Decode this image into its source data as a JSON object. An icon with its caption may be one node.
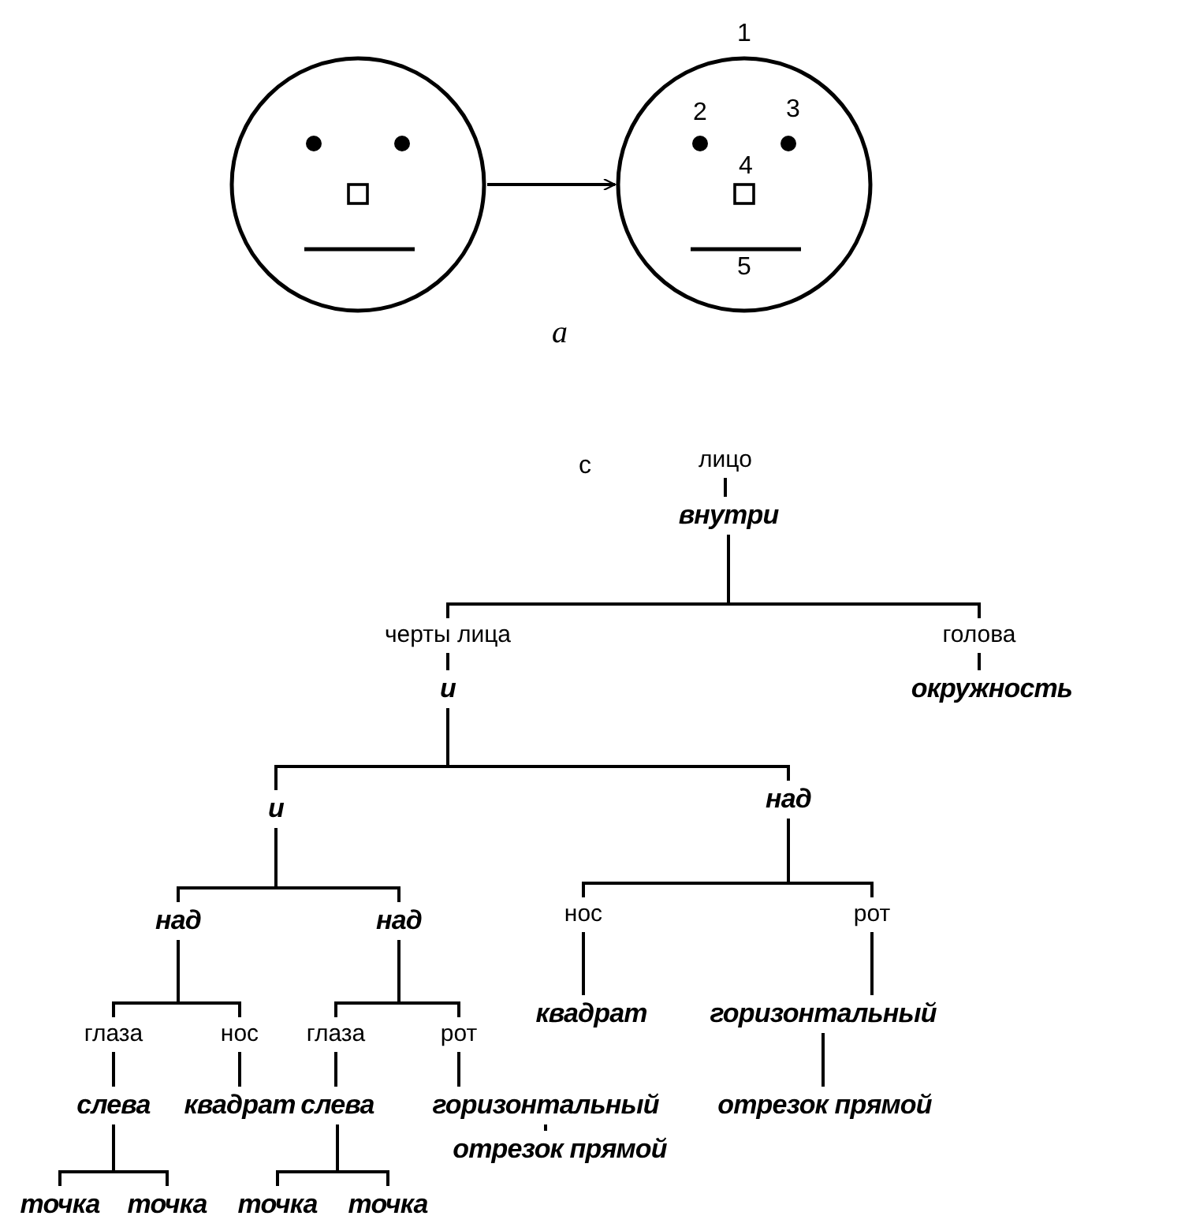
{
  "diagram": {
    "nodes": [
      {
        "text": [],
        "shape": "picture"
      },
      {
        "text": [],
        "shape": "picture"
      },
      {
        "text": [
          "лицо"
        ]
      },
      {
        "text": [
          "внутри"
        ]
      },
      {
        "text": [
          "черты лица"
        ]
      },
      {
        "text": [
          "голова"
        ]
      },
      {
        "text": [
          "и"
        ]
      },
      {
        "text": [
          "окружность"
        ]
      },
      {
        "text": [
          "и"
        ]
      },
      {
        "text": [
          "над"
        ]
      },
      {
        "text": [
          "над"
        ]
      },
      {
        "text": [
          "над"
        ]
      },
      {
        "text": [
          "нос"
        ]
      },
      {
        "text": [
          "рот"
        ]
      },
      {
        "text": [
          "глаза"
        ]
      },
      {
        "text": [
          "нос"
        ]
      },
      {
        "text": [
          "глаза"
        ]
      },
      {
        "text": [
          "рот"
        ]
      },
      {
        "text": [
          "слева"
        ]
      },
      {
        "text": [
          "квадрат"
        ]
      },
      {
        "text": [
          "слева"
        ]
      },
      {
        "text": [
          "горизонтальный"
        ]
      },
      {
        "text": [
          "квадрат"
        ]
      },
      {
        "text": [
          "горизонтальный"
        ]
      },
      {
        "text": [
          "отрезок прямой"
        ]
      },
      {
        "text": [
          "отрезок прямой"
        ]
      },
      {
        "text": [
          "точка"
        ]
      },
      {
        "text": [
          "точка"
        ]
      },
      {
        "text": [
          "точка"
        ]
      },
      {
        "text": [
          "точка"
        ]
      }
    ],
    "edges": [
      {
        "from": 0,
        "to": 1,
        "arrow": "to"
      },
      {
        "from": 2,
        "to": 3,
        "arrow": "none"
      },
      {
        "from": 3,
        "to": 4,
        "arrow": "none"
      },
      {
        "from": 3,
        "to": 5,
        "arrow": "none"
      },
      {
        "from": 4,
        "to": 6,
        "arrow": "none"
      },
      {
        "from": 5,
        "to": 7,
        "arrow": "none"
      },
      {
        "from": 6,
        "to": 8,
        "arrow": "none"
      },
      {
        "from": 6,
        "to": 9,
        "arrow": "none"
      },
      {
        "from": 8,
        "to": 10,
        "arrow": "none"
      },
      {
        "from": 8,
        "to": 11,
        "arrow": "none"
      },
      {
        "from": 9,
        "to": 12,
        "arrow": "none"
      },
      {
        "from": 9,
        "to": 13,
        "arrow": "none"
      },
      {
        "from": 10,
        "to": 14,
        "arrow": "none"
      },
      {
        "from": 10,
        "to": 15,
        "arrow": "none"
      },
      {
        "from": 11,
        "to": 16,
        "arrow": "none"
      },
      {
        "from": 11,
        "to": 17,
        "arrow": "none"
      },
      {
        "from": 14,
        "to": 18,
        "arrow": "none"
      },
      {
        "from": 15,
        "to": 19,
        "arrow": "none"
      },
      {
        "from": 16,
        "to": 20,
        "arrow": "none"
      },
      {
        "from": 17,
        "to": 21,
        "arrow": "none"
      },
      {
        "from": 12,
        "to": 22,
        "arrow": "none"
      },
      {
        "from": 13,
        "to": 23,
        "arrow": "none"
      },
      {
        "from": 21,
        "to": 24,
        "arrow": "none"
      },
      {
        "from": 23,
        "to": 25,
        "arrow": "none"
      },
      {
        "from": 18,
        "to": 26,
        "arrow": "none"
      },
      {
        "from": 18,
        "to": 27,
        "arrow": "none"
      },
      {
        "from": 20,
        "to": 28,
        "arrow": "none"
      },
      {
        "from": 20,
        "to": 29,
        "arrow": "none"
      }
    ],
    "labels": [
      "1",
      "2",
      "3",
      "4",
      "5",
      "а",
      "с"
    ]
  }
}
